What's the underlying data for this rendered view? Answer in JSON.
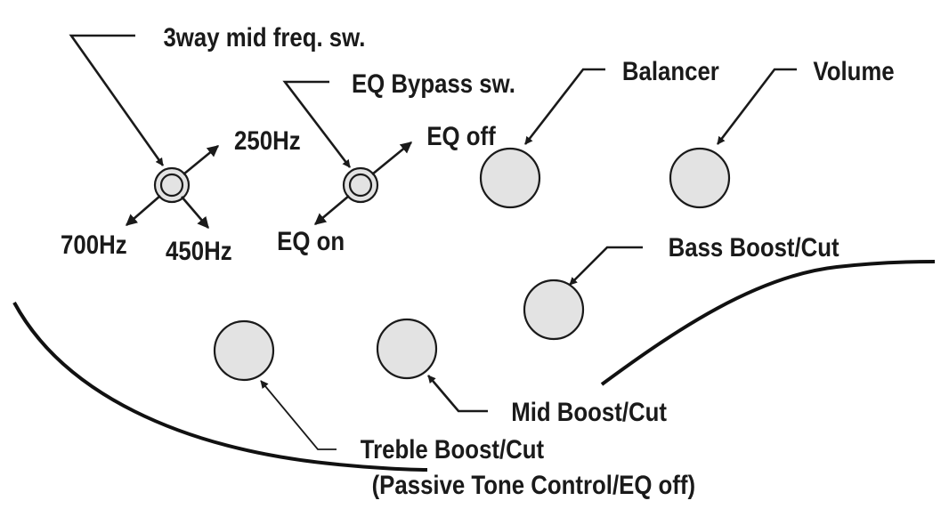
{
  "labels": {
    "mid_freq_switch": "3way mid freq. sw.",
    "freq_250": "250Hz",
    "freq_700": "700Hz",
    "freq_450": "450Hz",
    "eq_bypass_switch": "EQ Bypass sw.",
    "eq_off": "EQ off",
    "eq_on": "EQ on",
    "balancer": "Balancer",
    "volume": "Volume",
    "bass": "Bass Boost/Cut",
    "mid": "Mid Boost/Cut",
    "treble_line1": "Treble Boost/Cut",
    "treble_line2": "(Passive Tone Control/EQ off)"
  },
  "colors": {
    "ink": "#1a1a1a",
    "knob_fill": "#e3e3e3",
    "background": "#ffffff"
  }
}
